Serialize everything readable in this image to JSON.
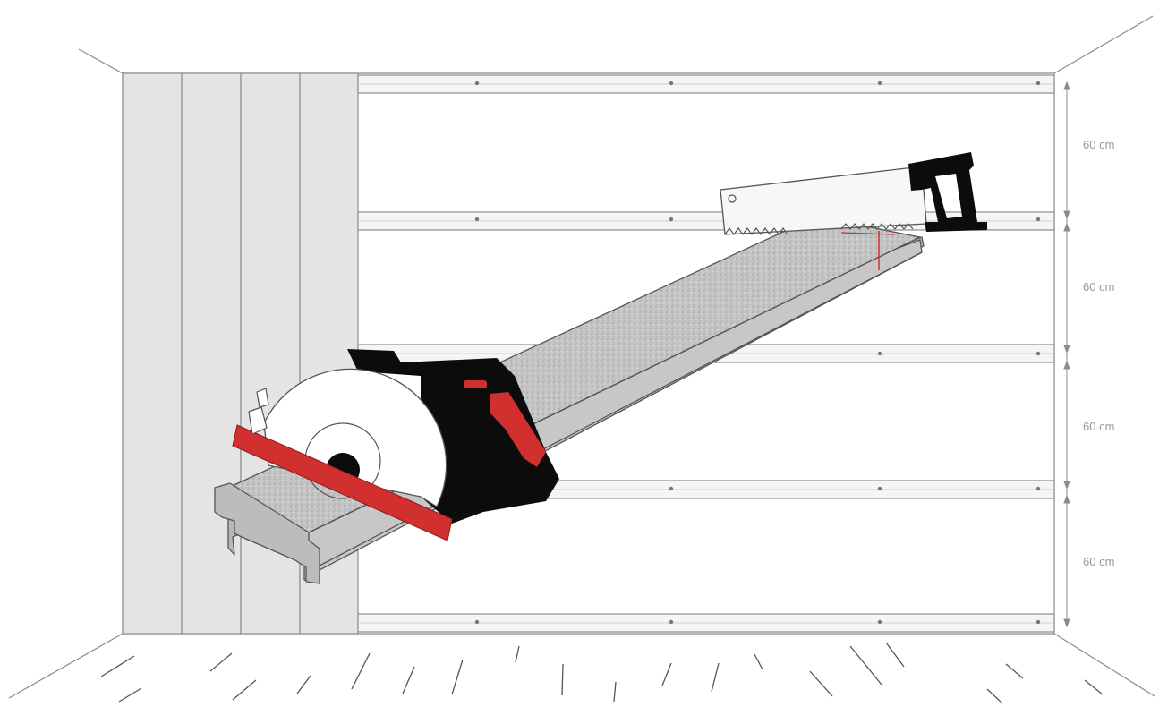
{
  "dimensions": {
    "unit_label": "60 cm",
    "labels": [
      "60 cm",
      "60 cm",
      "60 cm",
      "60 cm"
    ]
  },
  "colors": {
    "accent_red": "#d22f2f",
    "tool_black": "#0c0c0c",
    "board_gray": "#c9c9c9",
    "panel_gray": "#e4e4e4",
    "line_gray": "#8c8c8c",
    "label_gray": "#9a9a9a"
  },
  "icons": {
    "circular_saw": "circular-saw-icon",
    "hand_saw": "hand-saw-icon"
  }
}
